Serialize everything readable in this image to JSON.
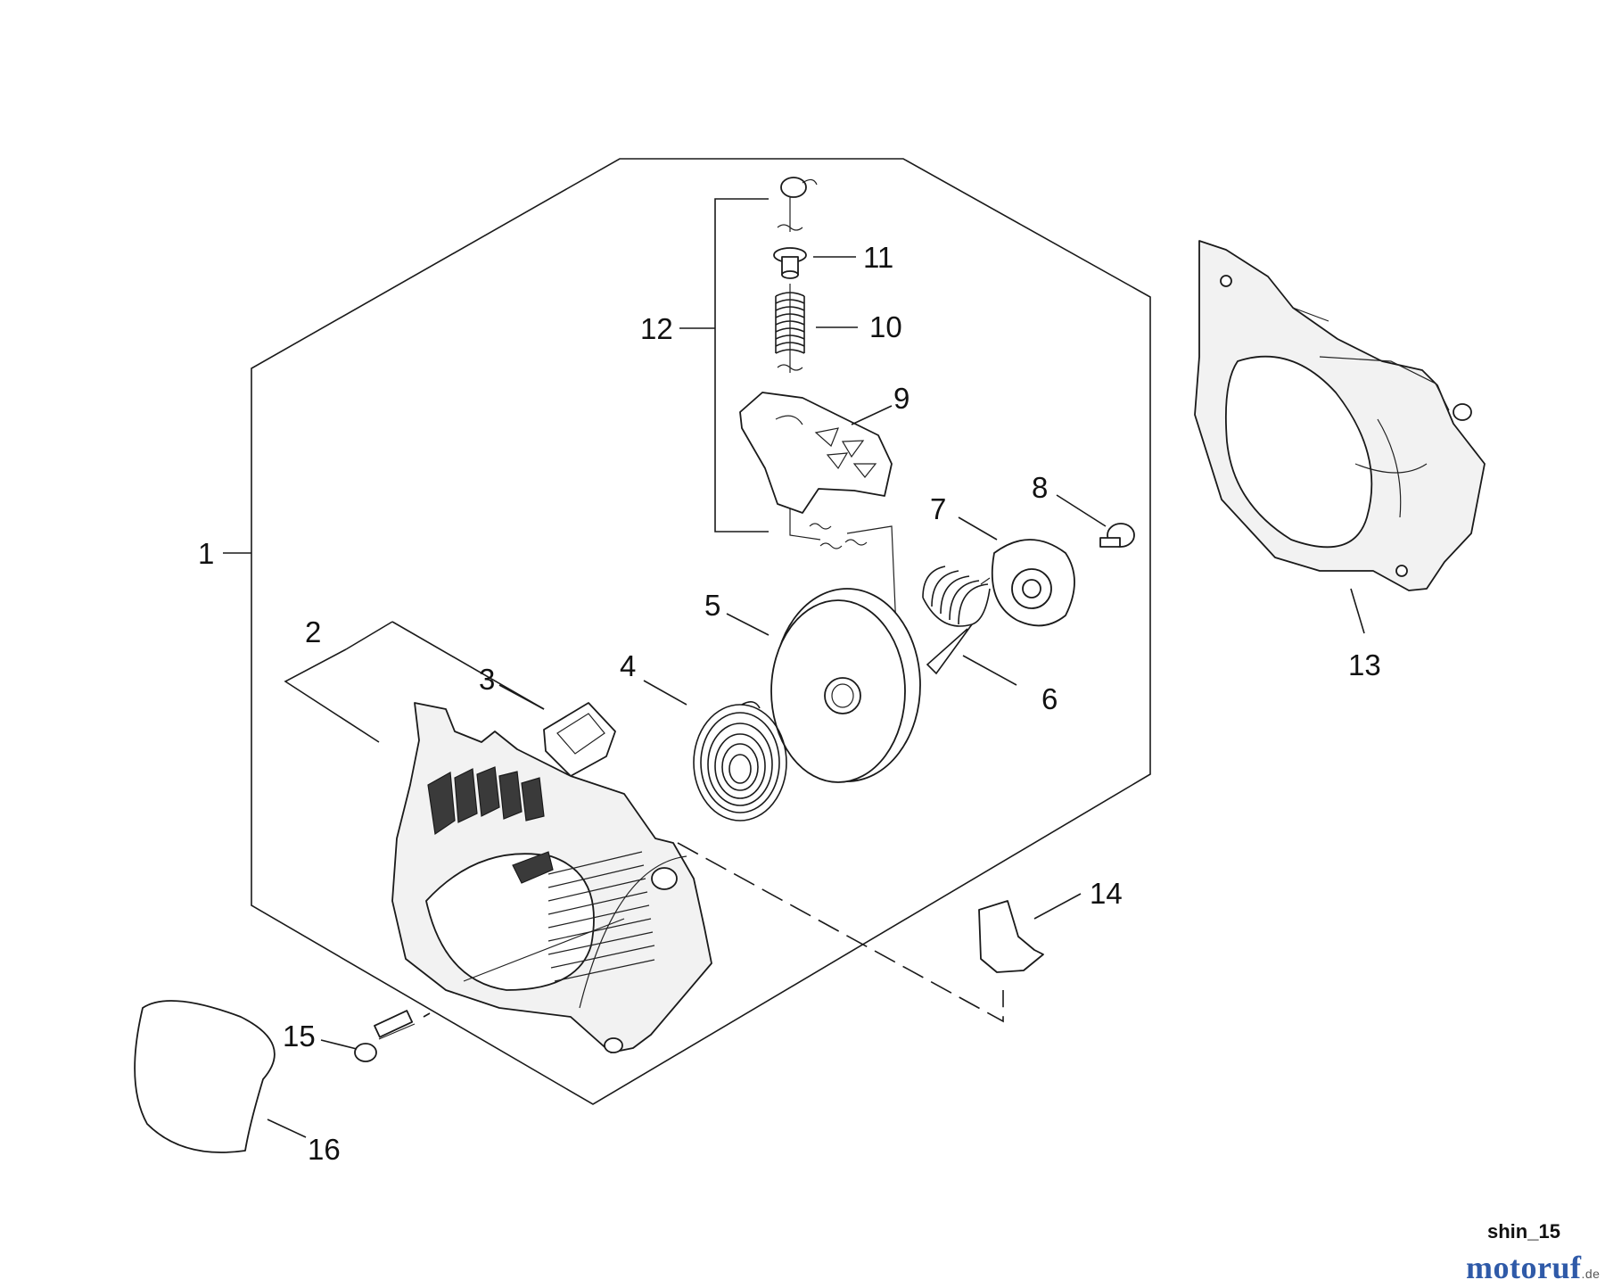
{
  "diagram": {
    "code": "shin_15",
    "watermark": {
      "word": "motoruf",
      "tld": ".de"
    },
    "callouts": [
      {
        "id": "1",
        "label": "1"
      },
      {
        "id": "2",
        "label": "2"
      },
      {
        "id": "3",
        "label": "3"
      },
      {
        "id": "4",
        "label": "4"
      },
      {
        "id": "5",
        "label": "5"
      },
      {
        "id": "6",
        "label": "6"
      },
      {
        "id": "7",
        "label": "7"
      },
      {
        "id": "8",
        "label": "8"
      },
      {
        "id": "9",
        "label": "9"
      },
      {
        "id": "10",
        "label": "10"
      },
      {
        "id": "11",
        "label": "11"
      },
      {
        "id": "12",
        "label": "12"
      },
      {
        "id": "13",
        "label": "13"
      },
      {
        "id": "14",
        "label": "14"
      },
      {
        "id": "15",
        "label": "15"
      },
      {
        "id": "16",
        "label": "16"
      }
    ],
    "colors": {
      "line": "#1a1a1a",
      "part_fill": "#f2f2f2",
      "watermark_blue": "#2f5aa8",
      "watermark_gold": "#c9a227",
      "watermark_green": "#3a8f3a"
    }
  }
}
